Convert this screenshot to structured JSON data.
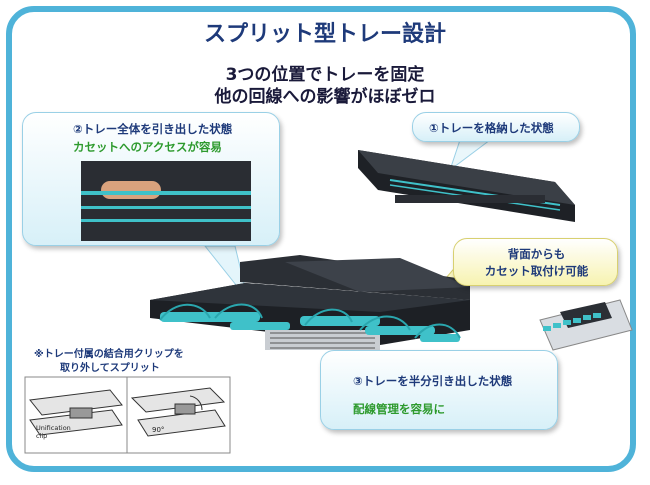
{
  "title": "スプリット型トレー設計",
  "subtitle_line1": "3つの位置でトレーを固定",
  "subtitle_line2": "他の回線への影響がほぼゼロ",
  "callout_pulled_out": {
    "heading": "②トレー全体を引き出した状態",
    "detail": "カセットへのアクセスが容易"
  },
  "callout_stored": {
    "heading": "①トレーを格納した状態"
  },
  "callout_rear": {
    "line1": "背面からも",
    "line2": "カセット取付け可能"
  },
  "callout_half": {
    "heading": "③トレーを半分引き出した状態",
    "detail": "配線管理を容易に"
  },
  "clip_note": {
    "line1": "※トレー付属の結合用クリップを",
    "line2": "取り外してスプリット"
  },
  "diagram_labels": {
    "unification_clip": "Unification\nclip",
    "angle": "90°"
  },
  "colors": {
    "frame": "#4fb3d9",
    "navy": "#1e3a7a",
    "green": "#2d9a2d",
    "fiber": "#3fc1c9"
  }
}
